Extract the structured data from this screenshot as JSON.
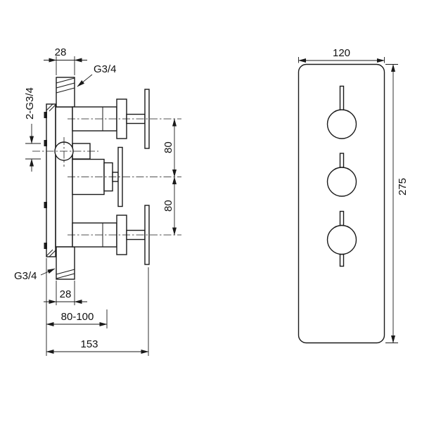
{
  "drawing": {
    "front_view": {
      "dim_width": "120",
      "dim_height": "275"
    },
    "side_view": {
      "dim_top_pipe_width": "28",
      "label_top_outlet": "G3/4",
      "label_inlets": "2-G3/4",
      "dim_spacing_upper": "80",
      "dim_spacing_lower": "80",
      "label_bottom_outlet": "G3/4",
      "dim_bottom_pipe_width": "28",
      "dim_install_depth": "80-100",
      "dim_total_depth": "153"
    },
    "colors": {
      "line": "#1a1a1a",
      "background": "#ffffff"
    }
  }
}
